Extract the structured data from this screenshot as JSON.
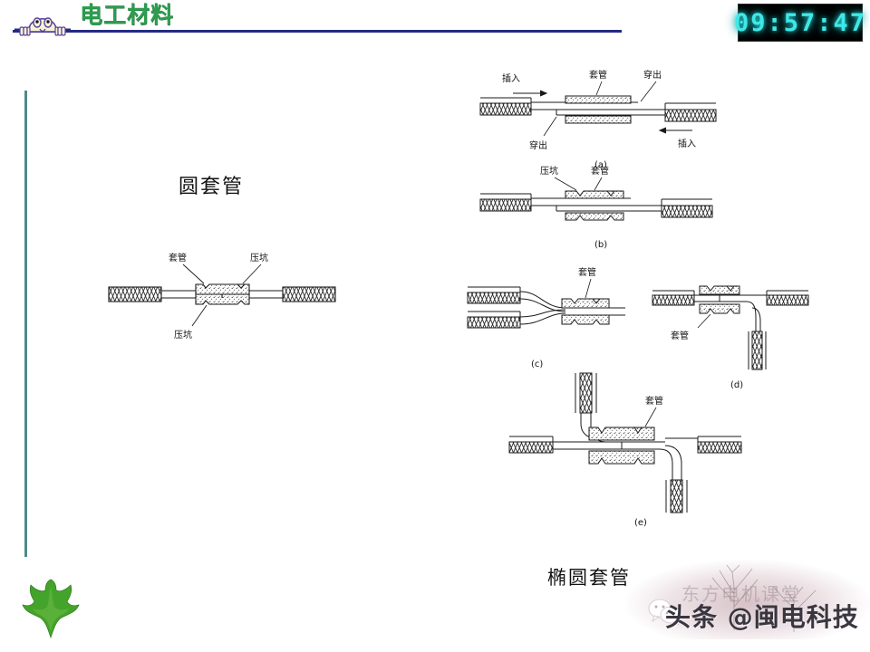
{
  "header": {
    "title": "电工材料",
    "mascot_icon": "kilroy-face-icon",
    "rule_color": "#222a86",
    "title_color": "#2e9d4f"
  },
  "clock": {
    "time": "09:57:47",
    "digit_color": "#3fe8e8",
    "background": "#000000"
  },
  "slide": {
    "accent_bar_color": "#4f8a8b",
    "round_sleeve_title": "圆套管",
    "oval_sleeve_title": "椭圆套管"
  },
  "figures": {
    "main": {
      "name": "round-sleeve-crimp-diagram",
      "labels": {
        "sleeve": "套管",
        "pit_top": "压坑",
        "pit_bottom": "压坑"
      }
    },
    "a": {
      "caption": "(a)",
      "labels": {
        "insert_left": "插入",
        "insert_right": "插入",
        "sleeve": "套管",
        "through_top": "穿出",
        "through_bottom": "穿出"
      }
    },
    "b": {
      "caption": "(b)",
      "labels": {
        "pit": "压坑",
        "sleeve": "套管"
      }
    },
    "c": {
      "caption": "(c)",
      "labels": {
        "sleeve": "套管"
      }
    },
    "d": {
      "caption": "(d)",
      "labels": {
        "sleeve": "套管"
      }
    },
    "e": {
      "caption": "(e)",
      "labels": {
        "sleeve": "套管"
      }
    }
  },
  "decoration": {
    "leaf_icon": "green-leaf-icon",
    "leaf_color": "#3f9c29"
  },
  "watermark": {
    "ghost_text": "东方电机课堂",
    "main_text": "头条 @闽电科技",
    "wechat_icon": "wechat-logo-icon"
  }
}
